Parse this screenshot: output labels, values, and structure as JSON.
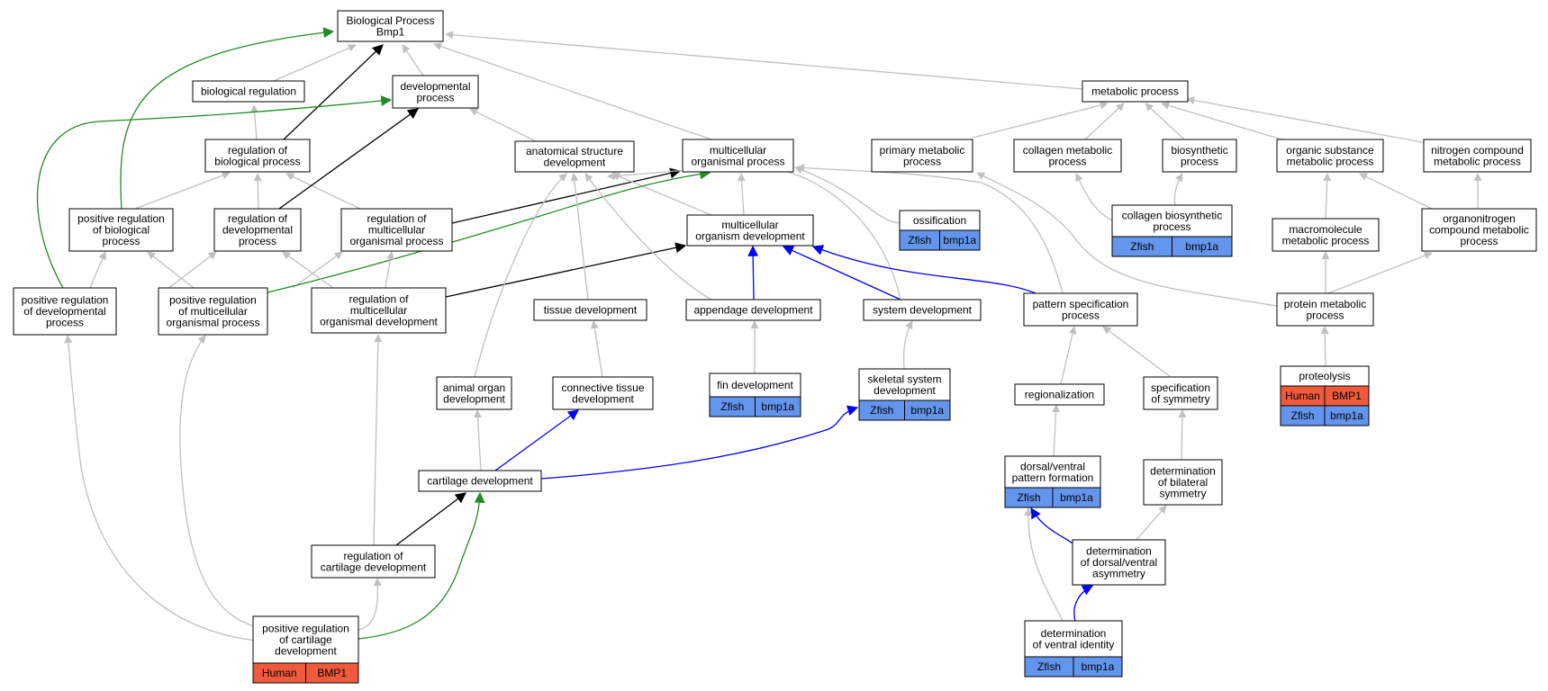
{
  "colors": {
    "node_border": "#000000",
    "is_a": "#c0c0c0",
    "regulates": "#000000",
    "positively_regulates": "#228b22",
    "inferred": "#0000ff",
    "human_anno": "#f05a3c",
    "zfish_anno": "#6495ed"
  },
  "nodes": {
    "bp": {
      "lines": [
        "Biological Process",
        "Bmp1"
      ]
    },
    "biolreg": {
      "lines": [
        "biological regulation"
      ]
    },
    "devproc": {
      "lines": [
        "developmental",
        "process"
      ]
    },
    "metab": {
      "lines": [
        "metabolic process"
      ]
    },
    "regbio": {
      "lines": [
        "regulation of",
        "biological process"
      ]
    },
    "anatdev": {
      "lines": [
        "anatomical structure",
        "development"
      ]
    },
    "multiproc": {
      "lines": [
        "multicellular",
        "organismal process"
      ]
    },
    "primmet": {
      "lines": [
        "primary metabolic",
        "process"
      ]
    },
    "collmet": {
      "lines": [
        "collagen metabolic",
        "process"
      ]
    },
    "biosyn": {
      "lines": [
        "biosynthetic",
        "process"
      ]
    },
    "orgsub": {
      "lines": [
        "organic substance",
        "metabolic process"
      ]
    },
    "nitro": {
      "lines": [
        "nitrogen compound",
        "metabolic process"
      ]
    },
    "posregbio": {
      "lines": [
        "positive regulation",
        "of biological",
        "process"
      ]
    },
    "regdev": {
      "lines": [
        "regulation of",
        "developmental",
        "process"
      ]
    },
    "regmulti": {
      "lines": [
        "regulation of",
        "multicellular",
        "organismal process"
      ]
    },
    "multidev": {
      "lines": [
        "multicellular",
        "organism development"
      ]
    },
    "ossif": {
      "lines": [
        "ossification"
      ],
      "anno": [
        {
          "species": "Zfish",
          "gene": "bmp1a",
          "color": "zfish"
        }
      ]
    },
    "collbio": {
      "lines": [
        "collagen biosynthetic",
        "process"
      ],
      "anno": [
        {
          "species": "Zfish",
          "gene": "bmp1a",
          "color": "zfish"
        }
      ]
    },
    "macro": {
      "lines": [
        "macromolecule",
        "metabolic process"
      ]
    },
    "organo": {
      "lines": [
        "organonitrogen",
        "compound metabolic",
        "process"
      ]
    },
    "posregdev": {
      "lines": [
        "positive regulation",
        "of developmental",
        "process"
      ]
    },
    "posregmulti": {
      "lines": [
        "positive regulation",
        "of multicellular",
        "organismal process"
      ]
    },
    "regmultidev": {
      "lines": [
        "regulation of",
        "multicellular",
        "organismal development"
      ]
    },
    "tissue": {
      "lines": [
        "tissue development"
      ]
    },
    "append": {
      "lines": [
        "appendage development"
      ]
    },
    "sysdev": {
      "lines": [
        "system development"
      ]
    },
    "pattern": {
      "lines": [
        "pattern specification",
        "process"
      ]
    },
    "protmet": {
      "lines": [
        "protein metabolic",
        "process"
      ]
    },
    "finDev": {
      "lines": [
        "fin development"
      ],
      "anno": [
        {
          "species": "Zfish",
          "gene": "bmp1a",
          "color": "zfish"
        }
      ]
    },
    "skel": {
      "lines": [
        "skeletal system",
        "development"
      ],
      "anno": [
        {
          "species": "Zfish",
          "gene": "bmp1a",
          "color": "zfish"
        }
      ]
    },
    "proteo": {
      "lines": [
        "proteolysis"
      ],
      "anno": [
        {
          "species": "Human",
          "gene": "BMP1",
          "color": "human"
        },
        {
          "species": "Zfish",
          "gene": "bmp1a",
          "color": "zfish"
        }
      ]
    },
    "animorg": {
      "lines": [
        "animal organ",
        "development"
      ]
    },
    "conn": {
      "lines": [
        "connective tissue",
        "development"
      ]
    },
    "regionaliz": {
      "lines": [
        "regionalization"
      ]
    },
    "specsym": {
      "lines": [
        "specification",
        "of symmetry"
      ]
    },
    "cart": {
      "lines": [
        "cartilage development"
      ]
    },
    "dorsven": {
      "lines": [
        "dorsal/ventral",
        "pattern formation"
      ],
      "anno": [
        {
          "species": "Zfish",
          "gene": "bmp1a",
          "color": "zfish"
        }
      ]
    },
    "detbil": {
      "lines": [
        "determination",
        "of bilateral",
        "symmetry"
      ]
    },
    "regcart": {
      "lines": [
        "regulation of",
        "cartilage development"
      ]
    },
    "detdv": {
      "lines": [
        "determination",
        "of dorsal/ventral",
        "asymmetry"
      ]
    },
    "posregcart": {
      "lines": [
        "positive regulation",
        "of cartilage",
        "development"
      ],
      "anno": [
        {
          "species": "Human",
          "gene": "BMP1",
          "color": "human"
        }
      ]
    },
    "detvent": {
      "lines": [
        "determination",
        "of ventral identity"
      ],
      "anno": [
        {
          "species": "Zfish",
          "gene": "bmp1a",
          "color": "zfish"
        }
      ]
    }
  }
}
